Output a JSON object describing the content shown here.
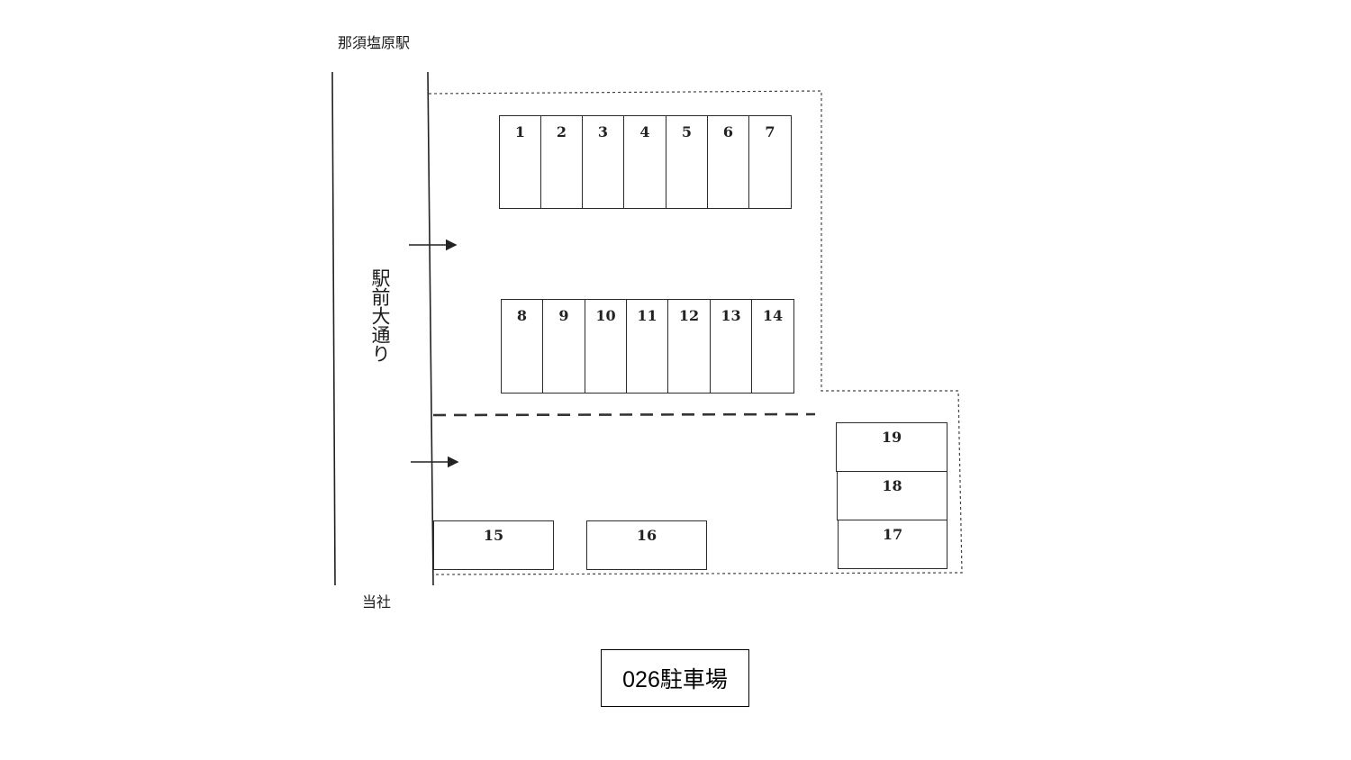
{
  "labels": {
    "station": "那須塩原駅",
    "avenue": "駅前大通り",
    "office": "当社"
  },
  "title": "026駐車場",
  "stalls": [
    {
      "num": "1"
    },
    {
      "num": "2"
    },
    {
      "num": "3"
    },
    {
      "num": "4"
    },
    {
      "num": "5"
    },
    {
      "num": "6"
    },
    {
      "num": "7"
    },
    {
      "num": "8"
    },
    {
      "num": "9"
    },
    {
      "num": "10"
    },
    {
      "num": "11"
    },
    {
      "num": "12"
    },
    {
      "num": "13"
    },
    {
      "num": "14"
    },
    {
      "num": "15"
    },
    {
      "num": "16"
    },
    {
      "num": "17"
    },
    {
      "num": "18"
    },
    {
      "num": "19"
    }
  ]
}
